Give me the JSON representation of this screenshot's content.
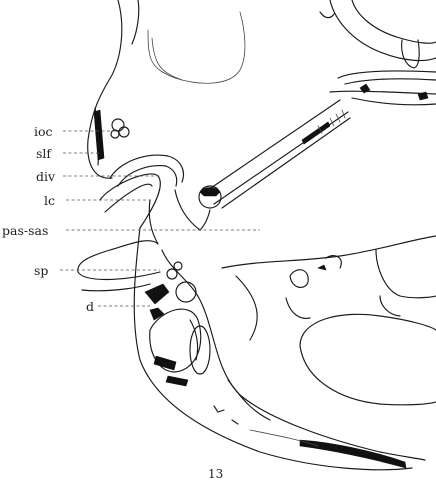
{
  "figure": {
    "number": "13",
    "labels": [
      {
        "key": "ioc",
        "text": "ioc"
      },
      {
        "key": "slf",
        "text": "slf"
      },
      {
        "key": "div",
        "text": "div"
      },
      {
        "key": "lc",
        "text": "lc"
      },
      {
        "key": "pas_sas",
        "text": "pas-sas"
      },
      {
        "key": "sp",
        "text": "sp"
      },
      {
        "key": "d",
        "text": "d"
      }
    ]
  }
}
